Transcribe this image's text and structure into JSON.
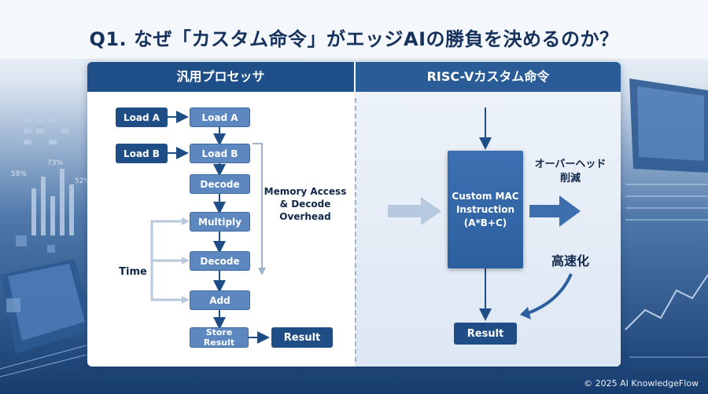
{
  "title": "Q1. なぜ「カスタム命令」がエッジAIの勝負を決めるのか？",
  "left": {
    "header": "汎用プロセッサ",
    "load_a_input": "Load A",
    "load_a": "Load A",
    "load_b_input": "Load B",
    "load_b": "Load B",
    "decode1": "Decode",
    "multiply": "Multiply",
    "decode2": "Decode",
    "add": "Add",
    "store": "Store Result",
    "result": "Result",
    "overhead_line1": "Memory Access",
    "overhead_line2": "& Decode",
    "overhead_line3": "Overhead",
    "time_label": "Time"
  },
  "right": {
    "header": "RISC-Vカスタム命令",
    "mac_line1": "Custom MAC",
    "mac_line2": "Instruction",
    "mac_line3": "(A*B+C)",
    "overhead_line1": "オーバーヘッド",
    "overhead_line2": "削減",
    "speedup": "高速化",
    "result": "Result"
  },
  "bg_percents": {
    "p1": "73%",
    "p2": "58%",
    "p3": "52%"
  },
  "copyright": "© 2025 AI KnowledgeFlow"
}
